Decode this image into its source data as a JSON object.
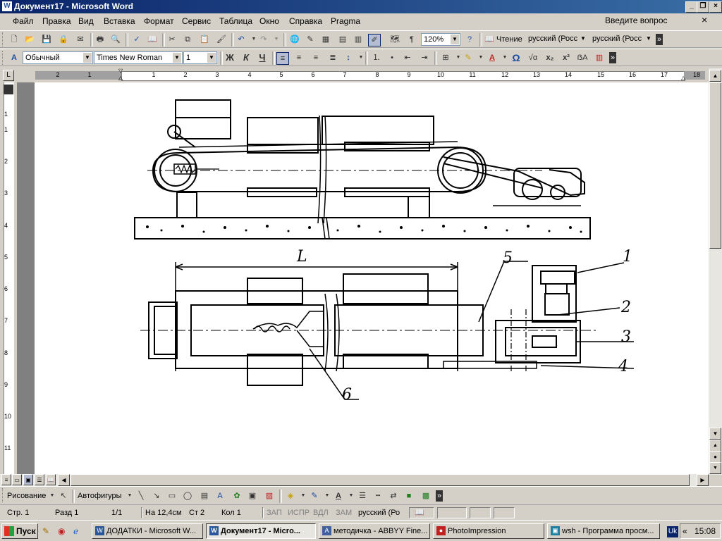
{
  "window": {
    "title": "Документ17 - Microsoft Word",
    "app_icon": "word-icon"
  },
  "menu": {
    "items": [
      "Файл",
      "Правка",
      "Вид",
      "Вставка",
      "Формат",
      "Сервис",
      "Таблица",
      "Окно",
      "Справка",
      "Pragma"
    ],
    "ask_placeholder": "Введите вопрос"
  },
  "toolbar_standard": {
    "zoom": "120%",
    "read_label": "Чтение",
    "lang1": "русский (Росс",
    "lang2": "русский (Росс"
  },
  "toolbar_format": {
    "style": "Обычный",
    "font": "Times New Roman",
    "size": "1",
    "bold": "Ж",
    "italic": "К",
    "underline": "Ч"
  },
  "ruler": {
    "numbers": [
      "2",
      "1",
      "1",
      "2",
      "3",
      "4",
      "5",
      "6",
      "7",
      "8",
      "9",
      "10",
      "11",
      "12",
      "13",
      "14",
      "15",
      "16",
      "17",
      "18"
    ]
  },
  "vruler": {
    "numbers": [
      "1",
      "1",
      "2",
      "3",
      "4",
      "5",
      "6",
      "7",
      "8",
      "9",
      "10",
      "11"
    ]
  },
  "figure": {
    "labels": {
      "L": "L",
      "n1": "1",
      "n2": "2",
      "n3": "3",
      "n4": "4",
      "n5": "5",
      "n6": "6"
    }
  },
  "drawbar": {
    "draw_label": "Рисование",
    "autoshapes_label": "Автофигуры"
  },
  "status": {
    "page": "Стр. 1",
    "section": "Разд 1",
    "pages": "1/1",
    "at": "На 12,4см",
    "line": "Ст 2",
    "col": "Кол 1",
    "rec": "ЗАП",
    "trk": "ИСПР",
    "ext": "ВДЛ",
    "ovr": "ЗАМ",
    "lang": "русский (Ро"
  },
  "taskbar": {
    "start": "Пуск",
    "tasks": [
      "ДОДАТКИ - Microsoft W...",
      "Документ17 - Micro...",
      "методичка - ABBYY Fine...",
      "PhotoImpression",
      "wsh - Программа просм..."
    ],
    "lang_indicator": "Uk",
    "clock": "15:08"
  }
}
